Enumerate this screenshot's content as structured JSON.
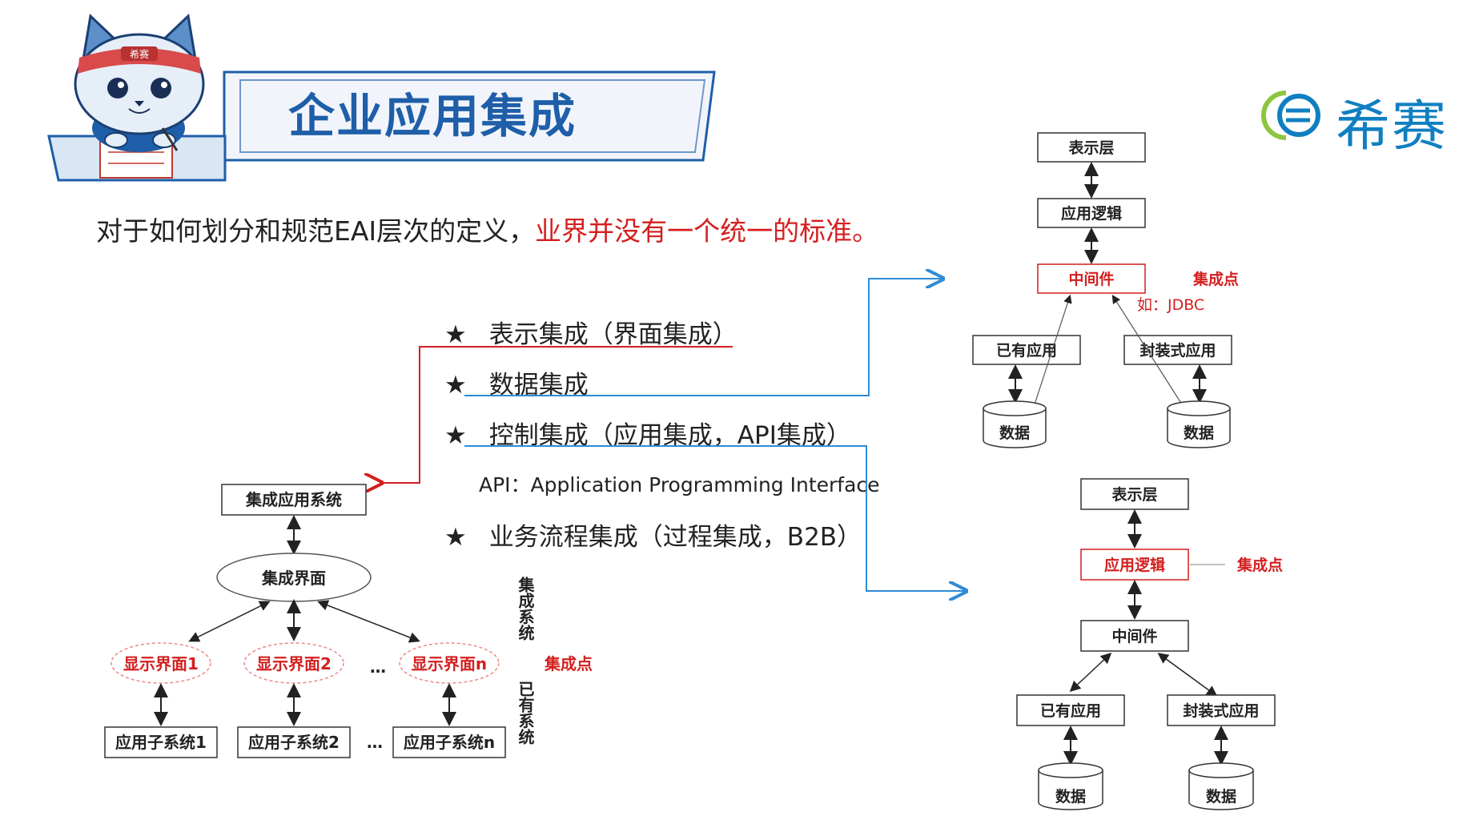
{
  "slide": {
    "title": "企业应用集成",
    "brand_text": "希赛",
    "mascot_band_text": "希赛",
    "intro_plain": "对于如何划分和规范EAI层次的定义，",
    "intro_highlight": "业界并没有一个统一的标准。",
    "items": [
      {
        "star": "★",
        "text": "表示集成（界面集成）"
      },
      {
        "star": "★",
        "text": "数据集成"
      },
      {
        "star": "★",
        "text": "控制集成（应用集成，API集成）"
      },
      {
        "star": "★",
        "text": "业务流程集成（过程集成，B2B）"
      }
    ],
    "api_note": "API：Application Programming Interface"
  },
  "left_diagram": {
    "top": "集成应用系统",
    "ellipse": "集成界面",
    "ui": [
      "显示界面1",
      "显示界面2",
      "显示界面n"
    ],
    "ui_dots": "…",
    "subs": [
      "应用子系统1",
      "应用子系统2",
      "应用子系统n"
    ],
    "sub_dots": "…",
    "side_integration": "集成系统",
    "side_existing": "已有系统",
    "point": "集成点"
  },
  "data_diagram": {
    "presentation": "表示层",
    "logic": "应用逻辑",
    "middleware": "中间件",
    "point": "集成点",
    "example": "如：JDBC",
    "existing": "已有应用",
    "packaged": "封装式应用",
    "db1": "数据",
    "db2": "数据"
  },
  "control_diagram": {
    "presentation": "表示层",
    "logic": "应用逻辑",
    "point": "集成点",
    "middleware": "中间件",
    "existing": "已有应用",
    "packaged": "封装式应用",
    "db1": "数据",
    "db2": "数据"
  },
  "colors": {
    "title": "#1f5ea8",
    "brand": "#0f7fc1",
    "brand_green": "#8cc63e",
    "highlight_red": "#d41f1f",
    "connector_blue": "#2e8bd6",
    "text": "#222222"
  },
  "icons": {
    "star": "star-icon",
    "logo": "xisai-logo-icon",
    "mascot": "cat-mascot-icon"
  }
}
